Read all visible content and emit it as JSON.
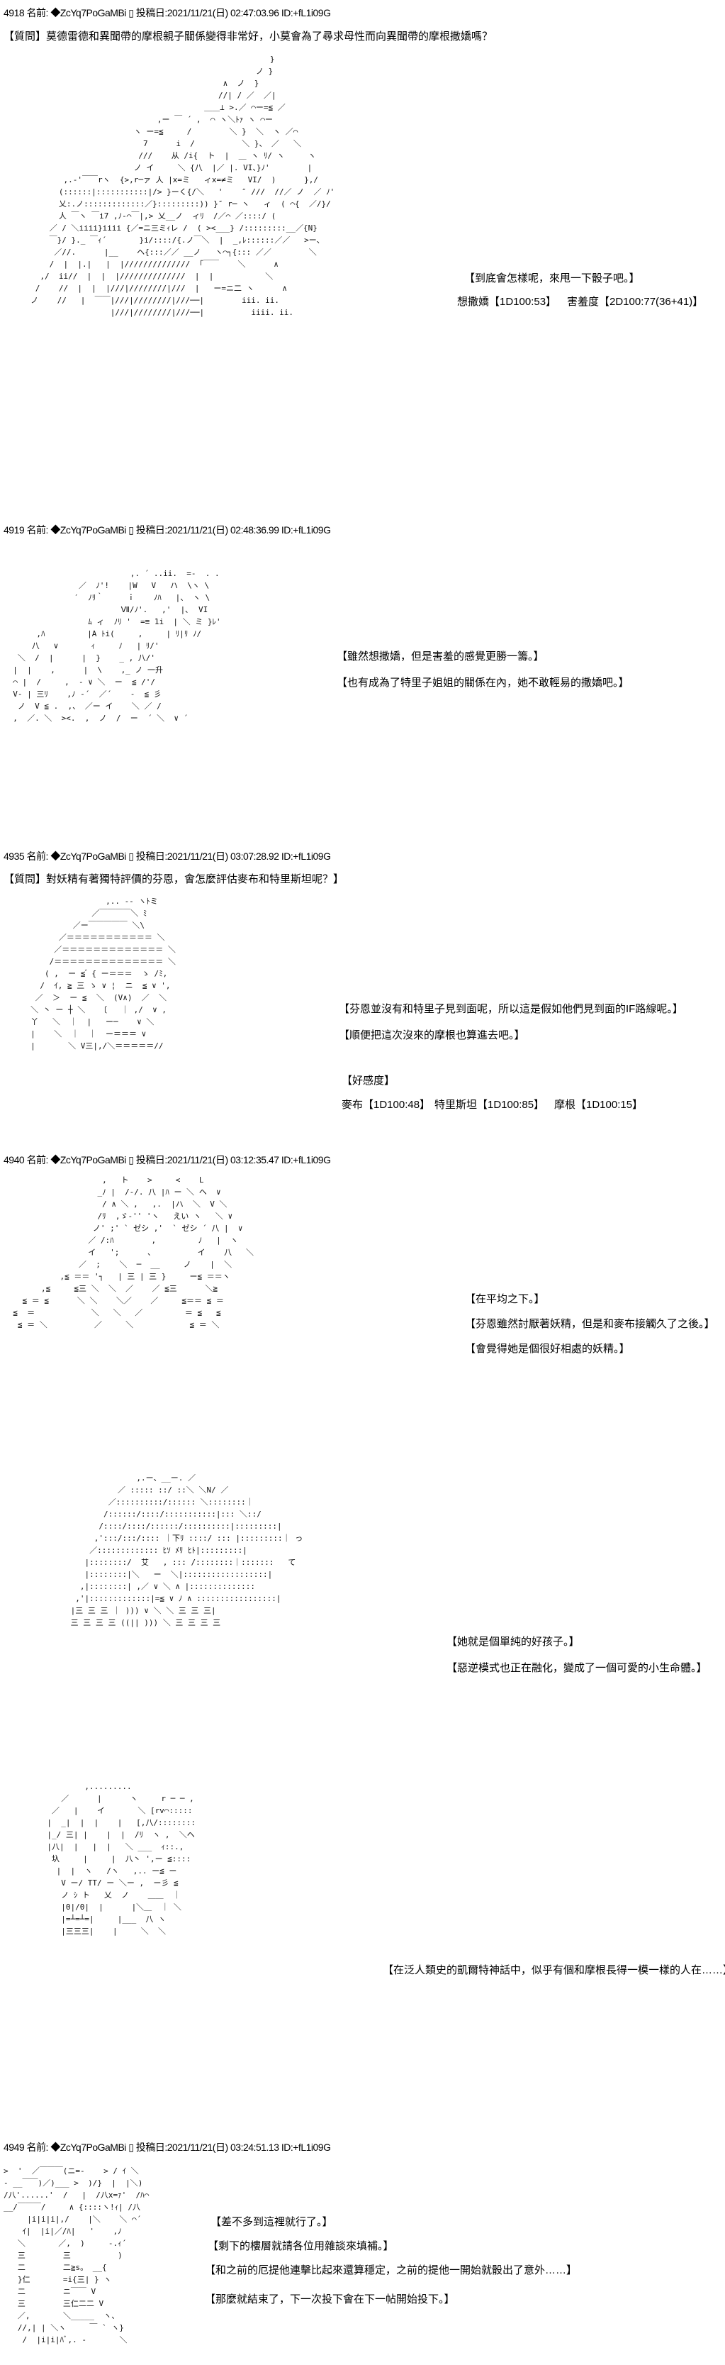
{
  "posts": [
    {
      "header": "4918 名前: ◆ZcYq7PoGaMBi ▯ 投稿日:2021/11/21(日) 02:47:03.96 ID:+fL1i09G",
      "question": "【質問】莫德雷德和異聞帶的摩根親子關係變得非常好，小莫會為了尋求母性而向異聞帶的摩根撒嬌嗎？",
      "dialogue": [
        "【到底會怎樣呢，來甩一下骰子吧。】"
      ],
      "stats": [
        "想撒嬌【1D100:53】",
        "害羞度【2D100:77(36+41)】"
      ]
    },
    {
      "header": "4919 名前: ◆ZcYq7PoGaMBi ▯ 投稿日:2021/11/21(日) 02:48:36.99 ID:+fL1i09G",
      "dialogue": [
        "【雖然想撒嬌，但是害羞的感覺更勝一籌。】",
        "【也有成為了特里子姐姐的關係在內，她不敢輕易的撒嬌吧。】"
      ]
    },
    {
      "header": "4935 名前: ◆ZcYq7PoGaMBi ▯ 投稿日:2021/11/21(日) 03:07:28.92 ID:+fL1i09G",
      "question": "【質問】對妖精有著獨特評價的芬恩，會怎麼評估麥布和特里斯坦呢？】",
      "dialogue": [
        "【芬恩並沒有和特里子見到面呢，所以這是假如他們見到面的IF路線呢。】",
        "【順便把這次沒來的摩根也算進去吧。】",
        "【好感度】"
      ],
      "stats": [
        "麥布【1D100:48】",
        "特里斯坦【1D100:85】",
        "摩根【1D100:15】"
      ]
    },
    {
      "header": "4940 名前: ◆ZcYq7PoGaMBi ▯ 投稿日:2021/11/21(日) 03:12:35.47 ID:+fL1i09G",
      "dialogue": [
        "【在平均之下。】",
        "【芬恩雖然討厭著妖精，但是和麥布接觸久了之後。】",
        "【會覺得她是個很好相處的妖精。】",
        "【她就是個單純的好孩子。】",
        "【惡逆模式也正在融化，變成了一個可愛的小生命體。】",
        "【在泛人類史的凱爾特神話中，似乎有個和摩根長得一模一樣的人在……】"
      ]
    },
    {
      "header": "4949 名前: ◆ZcYq7PoGaMBi ▯ 投稿日:2021/11/21(日) 03:24:51.13 ID:+fL1i09G",
      "dialogue": [
        "【差不多到這裡就行了。】",
        "【剩下的樓層就請各位用雜談來填補。】",
        "【和之前的厄提他連擊比起來還算穩定，之前的提他一開始就骰出了意外……】",
        "【那麼就結束了，下一次投下會在下一帖開始投下。】"
      ]
    }
  ],
  "art": [
    [
      "                                                        }",
      "                                                     ノ }",
      "                                              ∧  ノ  }",
      "                                             //| / ／  ／|",
      "                                          ＿＿⊥ >.／ ⌒ー=≦ ／",
      "                                ,ー ￣ ´ ,  ⌒ ヽ＼ﾄｧ ヽ ⌒ー",
      "                           ヽ ー=≦     /        ＼ }  ＼  ヽ ／⌒",
      "                             7      i  /          ＼ }、 ／   ＼",
      "                            ///    从 /i{  ト  |  ＿ ヽ ﾘ/ ヽ     ヽ",
      "                           ノ イ     ＼ {八  |／ |. VI、}ﾉ'        |",
      "            ,.‐'￣￣rヽ  {>,r─ァ 人 |x=ミ   ィx=≠ミ   VI/  )      },/",
      "           (::::::|:::::::::::|/> }ーく{/＼   '    ″ ///  //／ ノ  ／ ﾉ'",
      "           乂:.ノ:::::::::::::／}:::::::::)) }″ r─ ヽ   ィ  ( ⌒{  ／/}/",
      "           人 ￣ヽ ￣i7 ,ﾉ‐⌒￣|,> 乂__ノ  ィﾘ  /／⌒ ／::::/ (",
      "         ／ / ＼iiii}iiii {／=ニ三ミｨレ /  ( ><___} /:::::::::__／{N}",
      "         ￣}/ }._ ￣ｨ´       }i/::::/{.ノ￣＼  |  _,ﾚ::::::／／   >ー、",
      "          ／//.      |__    ヘ{:::／／ __ノ   ヽ⌒┐{::: ／／        ＼",
      "         /  |  |.|   |  |//////////////  ｢￣￣    ＼      ∧",
      "       ,/  ii//  |  |  |//////////////  |  |           ＼",
      "      /    //  |  |  |///|////////|///  |   ー=ニ二 ヽ      ∧",
      "     ノ    //   |  ￣￣|///|////////|///──|        iii. ii.",
      "                      |///|////////|///──|          iiii. ii."
    ],
    [
      "                           ,. ´ ..ii.  =-  . .",
      "                ／  ﾉ'!    |W   V   ハ  \\ヽ \\",
      "               ′  ﾉﾘ｀     ｉ    ﾉﾊ   |、 ヽ \\",
      "                         Ⅶ/ﾉ'.   ,'  |､  VI",
      "                  ﾑ ィ  ﾉﾘ '  =≡ 1i  | ＼ ミ }ﾚ'",
      "       ,ﾊ         |A ﾄi(     ,     | ﾘ|ﾘ ﾉ/",
      "      八   ∨       ｨ     ﾉ   | ﾘ/'",
      "   ＼  /  |      |  }    _ , 八/'",
      "  |  |    ,      |  \\    ,_ ノ 一升",
      "  ⌒ |  /     ,  ‐ ∨ ＼  ー  ≦ /'/",
      "  V‐ | 三ﾘ    ,ﾉ ‐´  ／´    -  ≦ 彡",
      "   ノ  V ≦ .  ,、 ／ー イ    ＼ ／ /",
      "  ,  ／. ＼  ><.  ,  ノ  /  ー  ´ ＼  ∨ ´"
    ],
    [
      "                     ,.. -‐ ヽﾄミ",
      "                  ／￣￣￣￣＼ ﾐ",
      "              ／ー￣￣￣￣￣ ＼\\",
      "           ／＝＝＝＝＝＝＝＝＝＝＝ ＼",
      "          ／＝＝＝＝＝＝＝＝＝＝＝＝＝ ＼",
      "         /＝＝＝＝＝＝＝＝＝＝＝＝＝＝ ＼",
      "        ( ,  ー ≦ ゙ { ー＝＝＝  ゝ /ﾐ,",
      "       /  ｲ, ≧ 三 ゝ ∨ ¦  ニ  ≦ ∨ ',",
      "      ／  ＞  ー ≦  ＼  (V∧)  ／  ＼",
      "     ＼ 丶 ー ┼ ＼   〔   ｜ ,/  ∨ ,",
      "     丫   ＼  ｜  |   ー─    ∨ ＼",
      "     |    ＼  ｜  ｜  ー＝＝＝ ∨",
      "     |       ＼ V三|,/＼＝＝＝＝＝//"
    ],
    [
      "                     ,   ト    >     <    L",
      "                    _ﾉ |  /-/. 八 |ﾊ ー ＼ ヘ  ∨",
      "                     / ∧ ＼ ,   ,.  |ハ  ＼  V ＼",
      "                    /ﾘ  ,ゞ-'' 'ヽ   えい ヽ   ＼ ∨",
      "                   ノ' ;' ` ゼシ ,'  ` ゼシ ´ 八 |  ∨",
      "                  ／ /:ﾊ        ,         ﾉ   |  ヽ",
      "                  イ   ';      、         イ    八   ＼",
      "                ／  ;    ＼  ─  __     ノ    |  ＼",
      "            ,≦ ＝＝ '┐   | 三 | 三 }     ー≦ ＝＝ヽ",
      "        ,≦     ≦三 ＼  ＼  ／    ／ ≦三      ＼≧",
      "    ≦ ＝ ≦      ＼ ＼    ＼／    ／     ≦＝＝ ≦ ＝",
      "  ≦  ＝            ＼   ＼   ／         ＝ ≦   ≦",
      "   ≦ ＝ ＼          ／     ＼            ≦ ＝ ＼"
    ],
    [
      "                       ,.ー、__ー. ／",
      "                   ／ ::::: ::/ ::＼ ＼N/ ／",
      "                 ／::::::::::/:::::: ＼::::::::｜",
      "                /::::::/::::/:::::::::::|::: ＼::/",
      "               /::::/::::/::::::/::::::::::|:::::::::|",
      "              ,':::/:::/:::: ｜下ﾘ ::::/ ::: |:::::::::｜ っ",
      "             ／::::::::::::: ﾋｿ ﾒﾘ ﾋﾄ|:::::::::|",
      "            |::::::::/  艾   , ::: /::::::::｜:::::::   て",
      "            |::::::::|＼   ー  ＼|::::::::::::::::::|",
      "           ,|::::::::| ,／ ∨ ＼ ∧ |::::::::::::::",
      "          ,'|:::::::::::::|=≦ ∨ ﾉ ∧ :::::::::::::::::|",
      "         |三 三 三 ｜ ))) ∨ ＼ ＼ 三 三 三|",
      "         三 三 三 三 ((|| ))) ＼ 三 三 三 三"
    ],
    [
      "               ,.........",
      "          ／      |      ヽ     r ─ ─ ,",
      "        ／   |    イ       ＼ [rv⌒:::::",
      "       |  _|  |  |    |   [,八/::::::::",
      "       |_/ 三| |    |  |  /ﾘ  ヽ ,  ＼ヘ",
      "       |八|  |   |  |   ＼ ___  ｨ::.,",
      "        圦     |     |  八丶 ',ー ≦::::",
      "         |  |  ヽ   /ヽ   ,.. ー≦ ー",
      "          V ー/ TT/ ー ＼ー ,  ー彡 ≦",
      "          ノ ｼ ト   乂  ノ    ＿＿  ｜",
      "          |0|/0|  |      |＼＿  ｜ ＼",
      "          |=┴=┴=|     |___  八 ヽ",
      "          |三三三|    |     ＼  ＼"
    ],
    [
      ">  '  ／￣￣￣(ニ=-    > / ｲ ＼",
      "- __￣￣)／)___ >  )/}  |  |＼)",
      "/八'......'  /   |  /八x=ｧ'  /ﾊ⌒",
      "__/￣￣￣/     ∧ {::::ヽ!ｨ| /八",
      "     |i|i|i|,/    |＼    ＼ ⌒´",
      "    ｲ|  |i|／/ﾊ|   '    ,ﾉ",
      "   ＼       ／,  )     -.ｨ´",
      "   三        三          )",
      "   二        二≧s。 __{",
      "   }仁       =i{三| } ヽ",
      "   二        ニ￣￣ V",
      "   三        三仁二二 V",
      "   ／,       ＼_____  ヽ、",
      "   //,| | ＼ヽ     ￣ ` ヽ}",
      "    /  |i|i|ﾊﾞ,. ‐       ＼"
    ]
  ]
}
